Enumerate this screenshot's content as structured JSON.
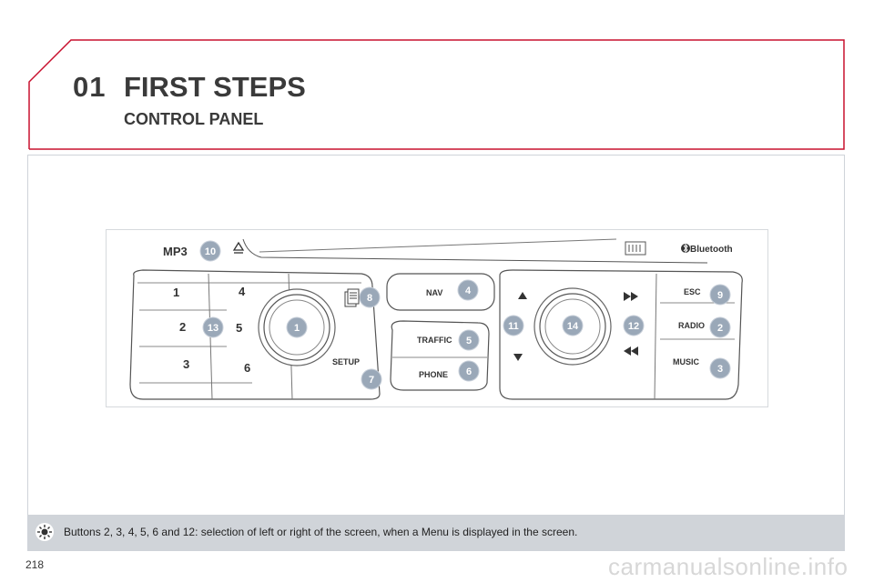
{
  "header": {
    "chapter_number": "01",
    "chapter_title": "FIRST STEPS",
    "section_title": "CONTROL PANEL",
    "accent_color": "#c8102e"
  },
  "panel": {
    "labels": {
      "mp3": "MP3",
      "bluetooth": "Bluetooth",
      "nav": "NAV",
      "traffic": "TRAFFIC",
      "phone": "PHONE",
      "setup": "SETUP",
      "esc": "ESC",
      "radio": "RADIO",
      "music": "MUSIC",
      "key1": "1",
      "key2": "2",
      "key3": "3",
      "key4": "4",
      "key5": "5",
      "key6": "6"
    },
    "callouts": {
      "c1": "1",
      "c2": "2",
      "c3": "3",
      "c4": "4",
      "c5": "5",
      "c6": "6",
      "c7": "7",
      "c8": "8",
      "c9": "9",
      "c10": "10",
      "c11": "11",
      "c12": "12",
      "c13": "13",
      "c14": "14"
    },
    "callout_color": "#9aa8b8"
  },
  "note": {
    "icon": "sun-icon",
    "text": "Buttons 2, 3, 4, 5, 6 and 12: selection of left or right of the screen, when a Menu is displayed in the screen."
  },
  "footer": {
    "page_number": "218",
    "watermark": "carmanualsonline.info"
  }
}
